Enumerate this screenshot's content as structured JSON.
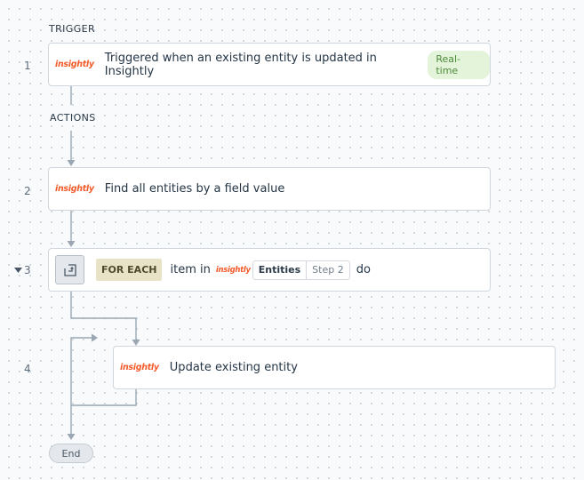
{
  "trigger_label": "TRIGGER",
  "actions_label": "ACTIONS",
  "steps": [
    {
      "number": "1",
      "app_logo": "insightly",
      "text": "Triggered when an existing entity is updated in Insightly",
      "badge": "Real-time"
    },
    {
      "number": "2",
      "app_logo": "insightly",
      "text": "Find all entities by a field value"
    },
    {
      "number": "3",
      "collapse_icon": "caret-down-icon",
      "icon": "loop-icon",
      "keyword": "FOR EACH",
      "pre_text": "item in",
      "app_logo": "insightly",
      "pill_name": "Entities",
      "pill_step": "Step 2",
      "post_text": "do"
    },
    {
      "number": "4",
      "app_logo": "insightly",
      "text": "Update existing entity"
    }
  ],
  "end_label": "End",
  "colors": {
    "brand": "#f25a2a",
    "badge_bg": "#e3f4da",
    "badge_text": "#4d8a3a",
    "foreach_bg": "#e8e2c6",
    "connector": "#9aa7b3"
  }
}
